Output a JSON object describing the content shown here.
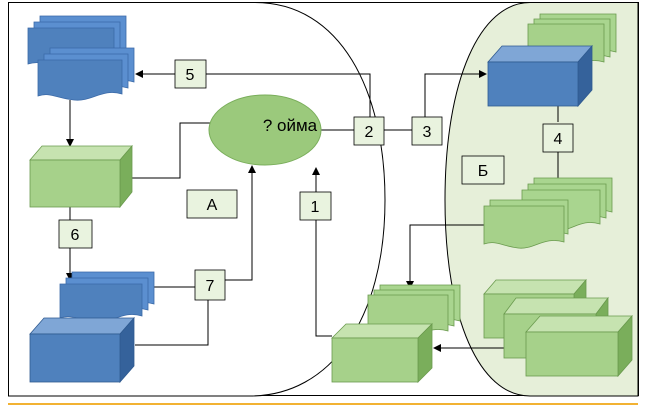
{
  "colors": {
    "blue_front": "#4f81bd",
    "blue_top": "#7fa6d6",
    "blue_side": "#35629b",
    "blue_doc": "#5b8fd0",
    "green_front": "#a6d18a",
    "green_top": "#c6e3b0",
    "green_side": "#7aae5b",
    "green_doc": "#a9d58f",
    "ellipse": "#9bc97c",
    "label_box": "#e9f3df",
    "zone_fill": "#e6efd9",
    "orange_line": "#f2b233"
  },
  "labels": {
    "center": "? ойма",
    "zone_a": "А",
    "zone_b": "Б",
    "n1": "1",
    "n2": "2",
    "n3": "3",
    "n4": "4",
    "n5": "5",
    "n6": "6",
    "n7": "7"
  }
}
